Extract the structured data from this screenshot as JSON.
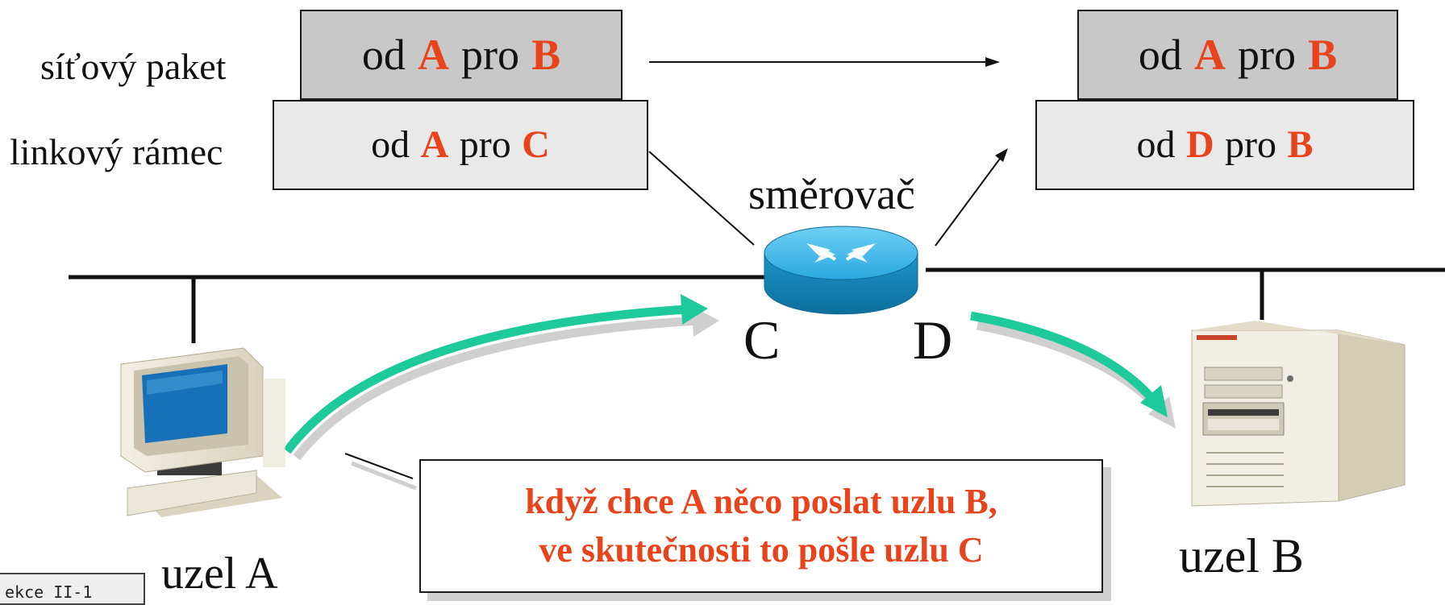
{
  "labels": {
    "network_packet": "síťový paket",
    "link_frame": "linkový rámec",
    "router": "směrovač",
    "port_c": "C",
    "port_d": "D",
    "node_a": "uzel A",
    "node_b": "uzel B"
  },
  "left_stack": {
    "packet": {
      "from_word": "od",
      "from": "A",
      "to_word": "pro",
      "to": "B"
    },
    "frame": {
      "from_word": "od",
      "from": "A",
      "to_word": "pro",
      "to": "C"
    }
  },
  "right_stack": {
    "packet": {
      "from_word": "od",
      "from": "A",
      "to_word": "pro",
      "to": "B"
    },
    "frame": {
      "from_word": "od",
      "from": "D",
      "to_word": "pro",
      "to": "B"
    }
  },
  "callout": {
    "line1": "když chce A něco poslat uzlu B,",
    "line2": "ve skutečnosti to pošle uzlu C"
  },
  "footer_tag": "ekce II-1",
  "colors": {
    "highlight": "#e8431a",
    "packet_fill": "#c8c8c8",
    "frame_fill": "#e9e9e9",
    "flow_arrow": "#1ec99a",
    "router_body": "#1a9fd6"
  },
  "icons": [
    "computer-icon",
    "router-icon",
    "server-icon"
  ]
}
